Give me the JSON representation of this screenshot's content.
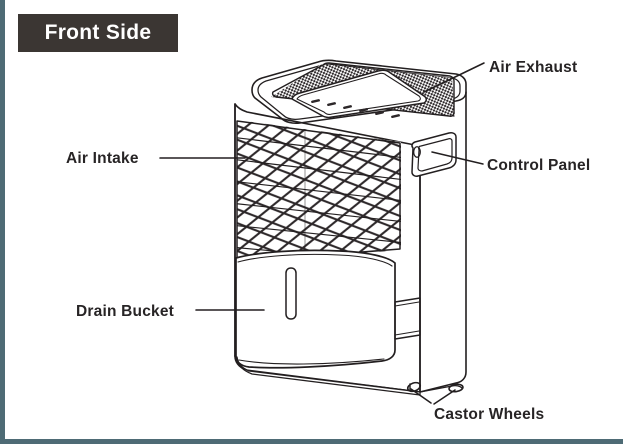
{
  "badge": {
    "text": "Front Side"
  },
  "colors": {
    "accent_edge": "#4e6b75",
    "badge_bg": "#3b3633",
    "badge_text": "#ffffff",
    "line": "#231f20",
    "label_text": "#272425",
    "mesh_dark": "#2c2729",
    "page_bg": "#ffffff"
  },
  "diagram": {
    "subject": "dehumidifier-front-three-quarter-view",
    "callouts": [
      {
        "id": "air-exhaust",
        "label": "Air Exhaust",
        "points_to": "top-mesh-grille"
      },
      {
        "id": "air-intake",
        "label": "Air Intake",
        "points_to": "front-mesh-grille"
      },
      {
        "id": "control-panel",
        "label": "Control Panel",
        "points_to": "side-handle-recess"
      },
      {
        "id": "drain-bucket",
        "label": "Drain Bucket",
        "points_to": "front-lower-bucket"
      },
      {
        "id": "castor-wheels",
        "label": "Castor Wheels",
        "points_to": "base-wheels"
      }
    ],
    "parts": [
      {
        "id": "top-exhaust-grille",
        "name": "Air Exhaust mesh grille"
      },
      {
        "id": "control-panel-keys",
        "name": "Control panel buttons",
        "count": 6
      },
      {
        "id": "front-intake-grille",
        "name": "Air Intake mesh grille"
      },
      {
        "id": "side-handle",
        "name": "Recessed carry handle"
      },
      {
        "id": "drain-bucket-panel",
        "name": "Drain bucket front panel"
      },
      {
        "id": "water-level-window",
        "name": "Water level slot window"
      },
      {
        "id": "castor-wheel-left",
        "name": "Castor wheel (front)"
      },
      {
        "id": "castor-wheel-right",
        "name": "Castor wheel (rear)"
      }
    ]
  }
}
